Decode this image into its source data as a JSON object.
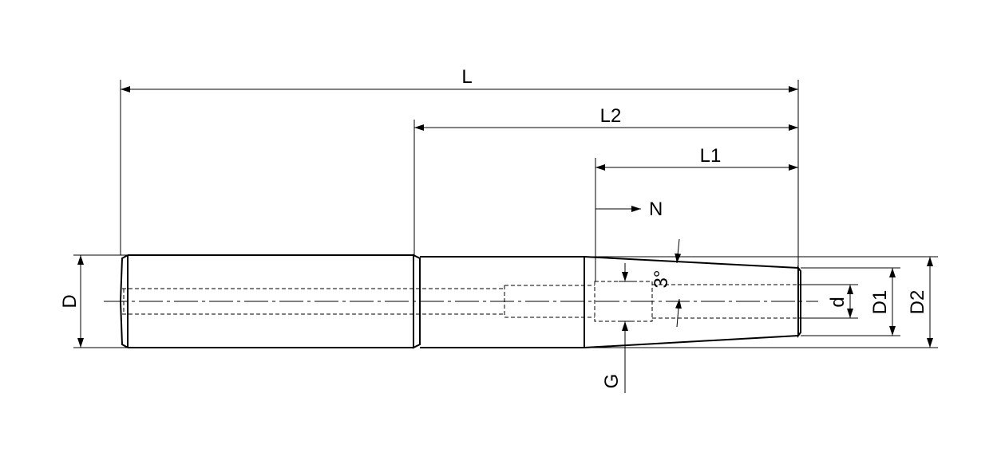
{
  "labels": {
    "L": "L",
    "L2": "L2",
    "L1": "L1",
    "N": "N",
    "D": "D",
    "G": "G",
    "d": "d",
    "D1": "D1",
    "D2": "D2",
    "angle": "3°"
  }
}
